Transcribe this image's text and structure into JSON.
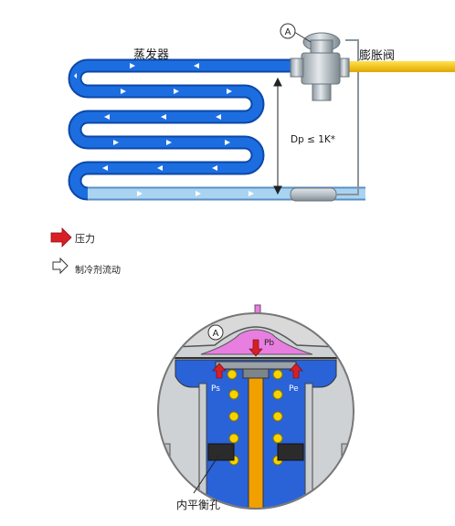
{
  "top_diagram": {
    "evaporator_label": "蒸发器",
    "valve_label": "膨胀阀",
    "marker_a": "A",
    "dp_label": "Dp ≤ 1K*"
  },
  "legend": {
    "pressure_label": "压力",
    "flow_label": "制冷剂流动"
  },
  "detail_diagram": {
    "marker_a": "A",
    "pb_label": "Pb",
    "ps_label": "Ps",
    "pe_label": "Pe",
    "equalizer_label": "内平衡孔"
  },
  "colors": {
    "refrigerant_blue": "#1c6ee0",
    "refrigerant_light": "#a8d4f2",
    "liquid_yellow": "#f5c300",
    "pressure_red": "#d81f26",
    "diaphragm_pink": "#e87ee0",
    "spring_yellow": "#f5d400",
    "stem_orange": "#f2a000"
  },
  "icons": [
    "pressure-arrow-icon",
    "flow-arrow-icon"
  ]
}
